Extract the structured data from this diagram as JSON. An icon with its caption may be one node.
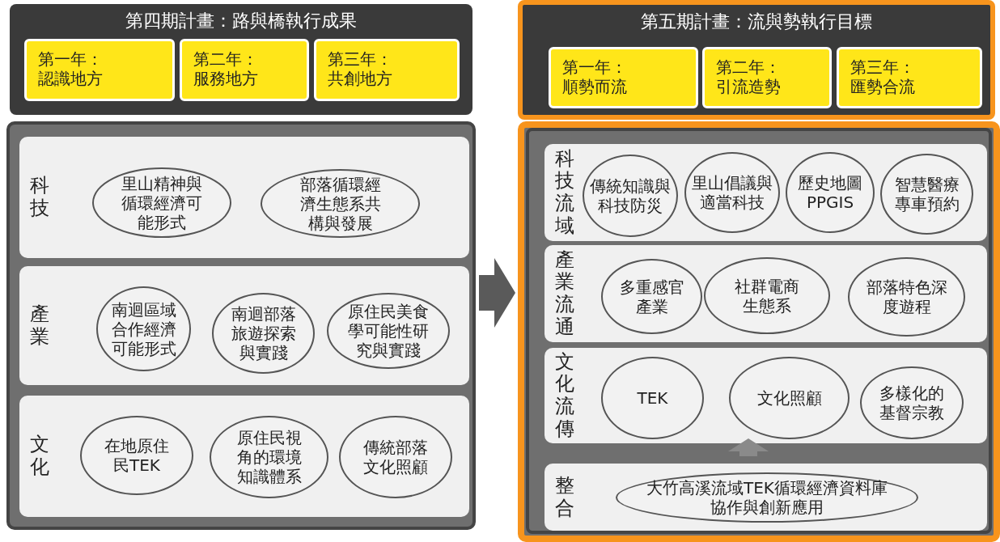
{
  "diagram": {
    "nodes": [
      {
        "text": [
          "第四期計畫：路與橋執行成果"
        ]
      },
      {
        "text": [
          "第一年：認識地方"
        ],
        "in": 0
      },
      {
        "text": [
          "第二年：服務地方"
        ],
        "in": 0
      },
      {
        "text": [
          "第三年：共創地方"
        ],
        "in": 0
      },
      {
        "text": [
          "第五期計畫：流與勢執行目標"
        ]
      },
      {
        "text": [
          "第一年：順勢而流"
        ],
        "in": 4
      },
      {
        "text": [
          "第二年：引流造勢"
        ],
        "in": 4
      },
      {
        "text": [
          "第三年：匯勢合流"
        ],
        "in": 4
      },
      {
        "text": [],
        "shape": "box"
      },
      {
        "text": [
          "科技"
        ],
        "in": 8
      },
      {
        "text": [
          "里山精神與循環經濟可能形式"
        ],
        "in": 9
      },
      {
        "text": [
          "部落循環經濟生態系共構與發展"
        ],
        "in": 9
      },
      {
        "text": [
          "產業"
        ],
        "in": 8
      },
      {
        "text": [
          "南迴區域合作經濟可能形式"
        ],
        "in": 12
      },
      {
        "text": [
          "南迴部落旅遊探索與實踐"
        ],
        "in": 12
      },
      {
        "text": [
          "原住民美食學可能性研究與實踐"
        ],
        "in": 12
      },
      {
        "text": [
          "文化"
        ],
        "in": 8
      },
      {
        "text": [
          "在地原住民TEK"
        ],
        "in": 16
      },
      {
        "text": [
          "原住民視角的環境知識體系"
        ],
        "in": 16
      },
      {
        "text": [
          "傳統部落文化照顧"
        ],
        "in": 16
      },
      {
        "text": [],
        "shape": "box"
      },
      {
        "text": [
          "科技流域"
        ],
        "in": 20
      },
      {
        "text": [
          "傳統知識與科技防災"
        ],
        "in": 21
      },
      {
        "text": [
          "里山倡議與適當科技"
        ],
        "in": 21
      },
      {
        "text": [
          "歷史地圖PPGIS"
        ],
        "in": 21
      },
      {
        "text": [
          "智慧醫療專車預約"
        ],
        "in": 21
      },
      {
        "text": [
          "產業流通"
        ],
        "in": 20
      },
      {
        "text": [
          "多重感官產業"
        ],
        "in": 26
      },
      {
        "text": [
          "社群電商生態系"
        ],
        "in": 26
      },
      {
        "text": [
          "部落特色深度遊程"
        ],
        "in": 26
      },
      {
        "text": [
          "文化流傳"
        ],
        "in": 20
      },
      {
        "text": [
          "TEK"
        ],
        "in": 30
      },
      {
        "text": [
          "文化照顧"
        ],
        "in": 30
      },
      {
        "text": [
          "多樣化的基督宗教"
        ],
        "in": 30
      },
      {
        "text": [
          "整合"
        ],
        "in": 20
      },
      {
        "text": [
          "大竹高溪流域TEK循環經濟資料庫協作與創新應用"
        ],
        "in": 34
      }
    ],
    "edges": [
      {
        "from": 8,
        "to": 20,
        "arrow": "to"
      },
      {
        "from": 34,
        "to": 30,
        "arrow": "to"
      }
    ]
  }
}
